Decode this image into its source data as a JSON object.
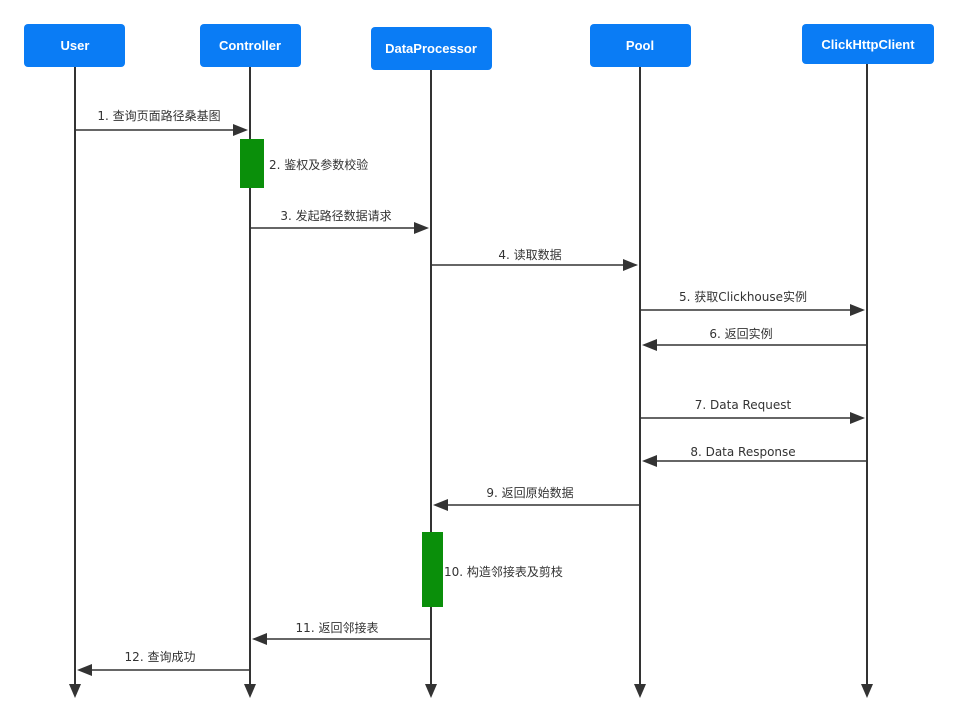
{
  "participants": [
    {
      "id": "user",
      "label": "User"
    },
    {
      "id": "controller",
      "label": "Controller"
    },
    {
      "id": "dataprocessor",
      "label": "DataProcessor"
    },
    {
      "id": "pool",
      "label": "Pool"
    },
    {
      "id": "clickhttpclient",
      "label": "ClickHttpClient"
    }
  ],
  "messages": [
    {
      "label": "1. 查询页面路径桑基图",
      "from": "user",
      "to": "controller"
    },
    {
      "label": "3. 发起路径数据请求",
      "from": "controller",
      "to": "dataprocessor"
    },
    {
      "label": "4. 读取数据",
      "from": "dataprocessor",
      "to": "pool"
    },
    {
      "label": "5. 获取Clickhouse实例",
      "from": "pool",
      "to": "clickhttpclient"
    },
    {
      "label": "6. 返回实例",
      "from": "clickhttpclient",
      "to": "pool"
    },
    {
      "label": "7. Data Request",
      "from": "pool",
      "to": "clickhttpclient"
    },
    {
      "label": "8. Data Response",
      "from": "clickhttpclient",
      "to": "pool"
    },
    {
      "label": "9. 返回原始数据",
      "from": "pool",
      "to": "dataprocessor"
    },
    {
      "label": "11. 返回邻接表",
      "from": "dataprocessor",
      "to": "controller"
    },
    {
      "label": "12. 查询成功",
      "from": "controller",
      "to": "user"
    }
  ],
  "self_steps": [
    {
      "label": "2. 鉴权及参数校验",
      "on": "controller"
    },
    {
      "label": "10. 构造邻接表及剪枝",
      "on": "dataprocessor"
    }
  ],
  "colors": {
    "actor": "#0a7cf5",
    "activation": "#0a8f0a",
    "line": "#333333"
  }
}
